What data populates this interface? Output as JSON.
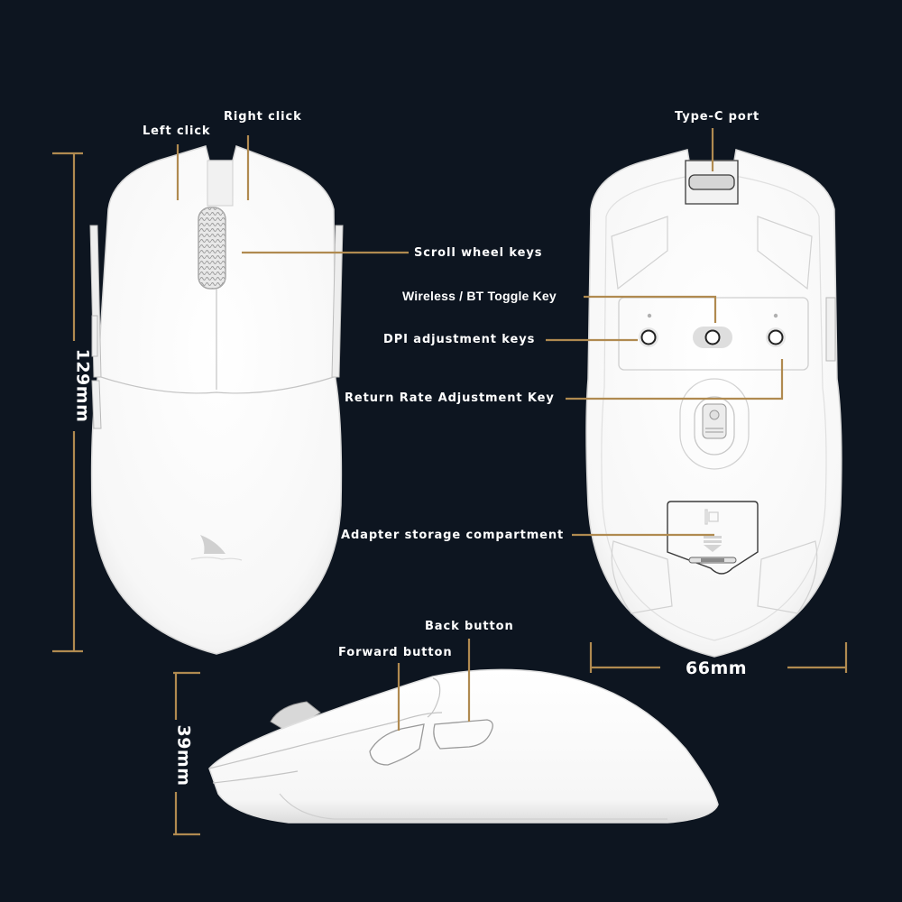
{
  "theme": {
    "background": "#0d1520",
    "leader_line_color": "#b08a50",
    "mouse_body_color": "#ffffff",
    "outline_color": "#c8c8c8"
  },
  "top_view": {
    "labels": {
      "left_click": "Left click",
      "right_click": "Right click",
      "scroll_wheel": "Scroll wheel keys"
    },
    "logo_icon": "shark-fin-icon"
  },
  "bottom_view": {
    "labels": {
      "type_c_port": "Type-C port",
      "wireless_bt_toggle": "Wireless / BT Toggle Key",
      "dpi_adjustment": "DPI adjustment keys",
      "return_rate": "Return Rate Adjustment Key",
      "adapter_storage": "Adapter storage compartment"
    }
  },
  "side_view": {
    "labels": {
      "back_button": "Back button",
      "forward_button": "Forward button"
    }
  },
  "dimensions": {
    "length": "129mm",
    "width": "66mm",
    "height": "39mm"
  }
}
